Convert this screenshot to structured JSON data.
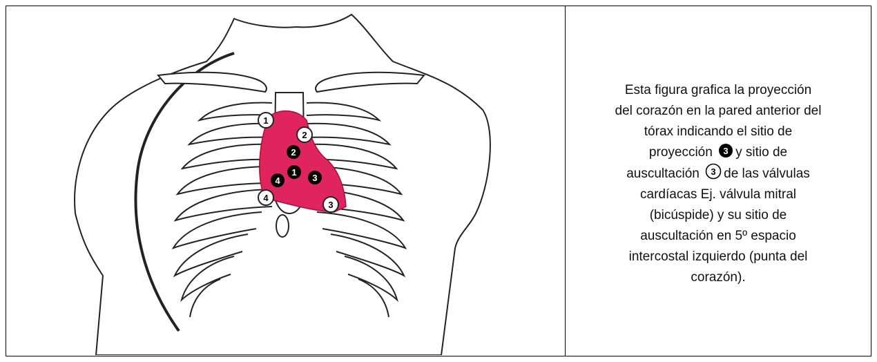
{
  "figure": {
    "markers": {
      "projection": [
        "1",
        "2",
        "3",
        "4"
      ],
      "auscultation": [
        "1",
        "2",
        "3",
        "4"
      ]
    },
    "colors": {
      "heart": "#e0245e",
      "heart_dark": "#a3123f",
      "marker_fill": "#000000",
      "outline": "#222222"
    }
  },
  "caption": {
    "line1": "Esta figura grafica la proyección",
    "line2": "del corazón en la pared anterior del",
    "line3": "tórax indicando el sitio de",
    "line4_a": "proyección",
    "line4_b": "y sitio de",
    "line5_a": "auscultación",
    "line5_b": "de las válvulas",
    "line6": "cardíacas Ej. válvula mitral",
    "line7": "(bicúspide) y su sitio de",
    "line8": "auscultación en 5º espacio",
    "line9": "intercostal izquierdo (punta del",
    "line10": "corazón).",
    "projection_example": "3",
    "auscultation_example": "3"
  }
}
